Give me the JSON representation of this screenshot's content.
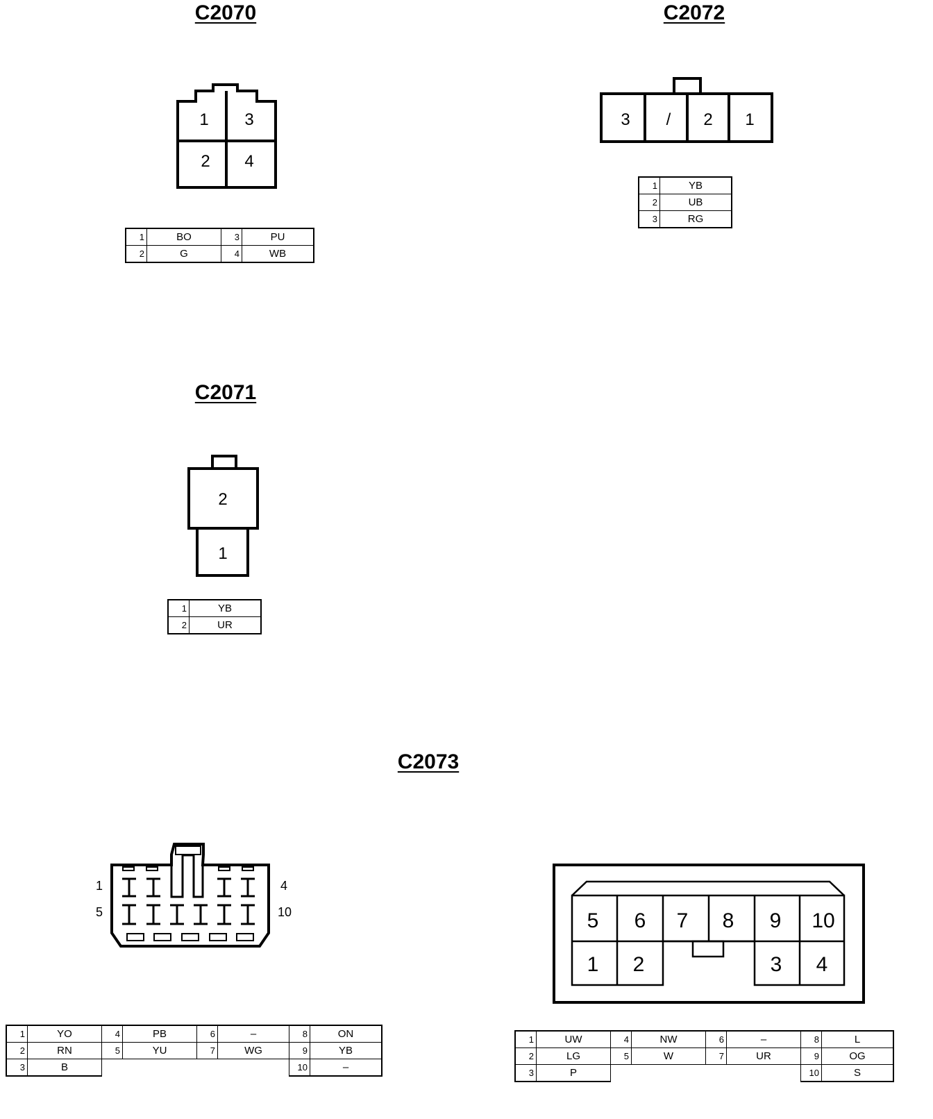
{
  "c2070": {
    "title": "C2070",
    "cavities": [
      "1",
      "3",
      "2",
      "4"
    ],
    "pins": [
      [
        {
          "num": "1",
          "wire": "BO"
        },
        {
          "num": "3",
          "wire": "PU"
        }
      ],
      [
        {
          "num": "2",
          "wire": "G"
        },
        {
          "num": "4",
          "wire": "WB"
        }
      ]
    ]
  },
  "c2072": {
    "title": "C2072",
    "cavities": [
      "3",
      "/",
      "2",
      "1"
    ],
    "pins": [
      {
        "num": "1",
        "wire": "YB"
      },
      {
        "num": "2",
        "wire": "UB"
      },
      {
        "num": "3",
        "wire": "RG"
      }
    ]
  },
  "c2071": {
    "title": "C2071",
    "cavities": [
      "2",
      "1"
    ],
    "pins": [
      {
        "num": "1",
        "wire": "YB"
      },
      {
        "num": "2",
        "wire": "UR"
      }
    ]
  },
  "c2073": {
    "title": "C2073",
    "side_labels": {
      "top_left": "1",
      "top_right": "4",
      "bottom_left": "5",
      "bottom_right": "10"
    },
    "front_cavities_top": [
      "5",
      "6",
      "7",
      "8",
      "9",
      "10"
    ],
    "front_cavities_bottom": [
      "1",
      "2",
      "3",
      "4"
    ],
    "pins_left": [
      [
        {
          "num": "1",
          "wire": "YO"
        },
        {
          "num": "4",
          "wire": "PB"
        },
        {
          "num": "6",
          "wire": "–"
        },
        {
          "num": "8",
          "wire": "ON"
        }
      ],
      [
        {
          "num": "2",
          "wire": "RN"
        },
        {
          "num": "5",
          "wire": "YU"
        },
        {
          "num": "7",
          "wire": "WG"
        },
        {
          "num": "9",
          "wire": "YB"
        }
      ],
      [
        {
          "num": "3",
          "wire": "B"
        },
        {
          "num": "10",
          "wire": "–"
        }
      ]
    ],
    "pins_right": [
      [
        {
          "num": "1",
          "wire": "UW"
        },
        {
          "num": "4",
          "wire": "NW"
        },
        {
          "num": "6",
          "wire": "–"
        },
        {
          "num": "8",
          "wire": "L"
        }
      ],
      [
        {
          "num": "2",
          "wire": "LG"
        },
        {
          "num": "5",
          "wire": "W"
        },
        {
          "num": "7",
          "wire": "UR"
        },
        {
          "num": "9",
          "wire": "OG"
        }
      ],
      [
        {
          "num": "3",
          "wire": "P"
        },
        {
          "num": "10",
          "wire": "S"
        }
      ]
    ]
  }
}
